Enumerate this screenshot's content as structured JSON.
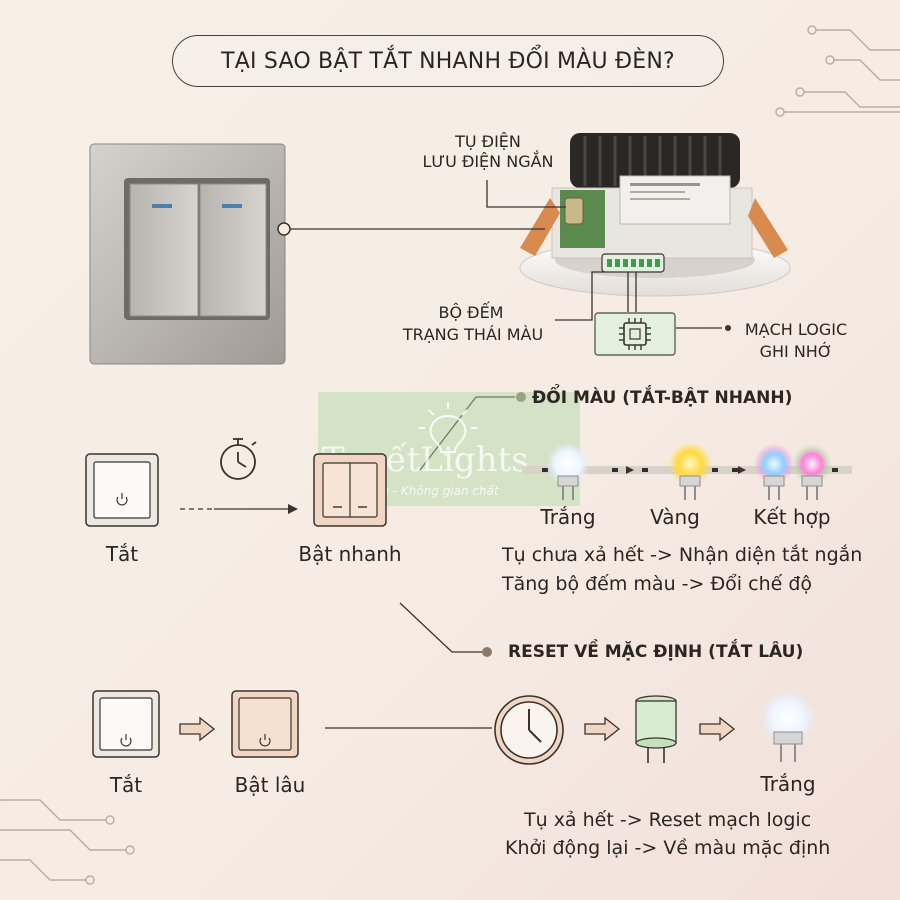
{
  "title": "TẠI SAO BẬT TẮT NHANH ĐỔI MÀU ĐÈN?",
  "callouts": {
    "capacitor": [
      "TỤ ĐIỆN",
      "LƯU ĐIỆN NGẮN"
    ],
    "counter": [
      "BỘ ĐẾM",
      "TRẠNG THÁI MÀU"
    ],
    "logic": [
      "MẠCH LOGIC",
      "GHI NHỚ"
    ]
  },
  "watermark": {
    "logo": "TuyếtLights",
    "slogan": "Đèn chuẩn - Không gian chất"
  },
  "change_color": {
    "heading": "ĐỔI MÀU (TẮT-BẬT NHANH)",
    "off_label": "Tắt",
    "quick_on_label": "Bật nhanh",
    "colors": [
      "Trắng",
      "Vàng",
      "Kết hợp"
    ],
    "explain": [
      "Tụ chưa xả hết -> Nhận diện tắt ngắn",
      "Tăng bộ đếm màu -> Đổi chế độ"
    ]
  },
  "reset": {
    "heading": "RESET VỀ MẶC ĐỊNH (TẮT LÂU)",
    "off_label": "Tắt",
    "long_on_label": "Bật lâu",
    "result_label": "Trắng",
    "explain": [
      "Tụ xả hết -> Reset mạch logic",
      "Khởi động lại -> Về màu mặc định"
    ]
  },
  "colors": {
    "text": "#2b2622",
    "line": "#3a332d",
    "switch_beige": "#f1d7c3",
    "chip_green": "#e3efdf",
    "chip_border": "#5a6a56"
  }
}
